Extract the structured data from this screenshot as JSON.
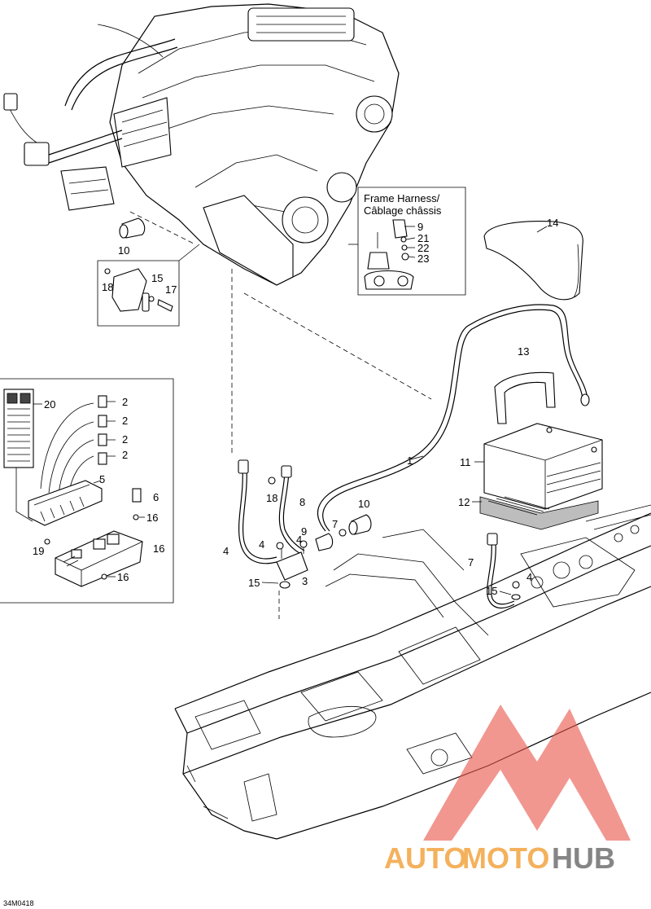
{
  "diagram_id": "34M0418",
  "inset_frame_harness": {
    "title_line1": "Frame Harness/",
    "title_line2": "Câblage châssis"
  },
  "callouts": [
    {
      "id": "c-10a",
      "text": "10"
    },
    {
      "id": "c-18a",
      "text": "18"
    },
    {
      "id": "c-15a",
      "text": "15"
    },
    {
      "id": "c-17",
      "text": "17"
    },
    {
      "id": "c-9a",
      "text": "9"
    },
    {
      "id": "c-21",
      "text": "21"
    },
    {
      "id": "c-22",
      "text": "22"
    },
    {
      "id": "c-23",
      "text": "23"
    },
    {
      "id": "c-14",
      "text": "14"
    },
    {
      "id": "c-13",
      "text": "13"
    },
    {
      "id": "c-20",
      "text": "20"
    },
    {
      "id": "c-2a",
      "text": "2"
    },
    {
      "id": "c-2b",
      "text": "2"
    },
    {
      "id": "c-2c",
      "text": "2"
    },
    {
      "id": "c-2d",
      "text": "2"
    },
    {
      "id": "c-5",
      "text": "5"
    },
    {
      "id": "c-6",
      "text": "6"
    },
    {
      "id": "c-16a",
      "text": "16"
    },
    {
      "id": "c-16b",
      "text": "16"
    },
    {
      "id": "c-19",
      "text": "19"
    },
    {
      "id": "c-16c",
      "text": "16"
    },
    {
      "id": "c-1",
      "text": "1"
    },
    {
      "id": "c-11",
      "text": "11"
    },
    {
      "id": "c-12",
      "text": "12"
    },
    {
      "id": "c-18b",
      "text": "18"
    },
    {
      "id": "c-8",
      "text": "8"
    },
    {
      "id": "c-10b",
      "text": "10"
    },
    {
      "id": "c-9b",
      "text": "9"
    },
    {
      "id": "c-4a",
      "text": "4"
    },
    {
      "id": "c-7a",
      "text": "7"
    },
    {
      "id": "c-4b",
      "text": "4"
    },
    {
      "id": "c-4c",
      "text": "4"
    },
    {
      "id": "c-3",
      "text": "3"
    },
    {
      "id": "c-15b",
      "text": "15"
    },
    {
      "id": "c-7b",
      "text": "7"
    },
    {
      "id": "c-15c",
      "text": "15"
    },
    {
      "id": "c-4d",
      "text": "4"
    }
  ],
  "watermark": {
    "part1": "AUTO",
    "part2": "MOTO",
    "part3": "HUB",
    "color_red": "#e8554b",
    "color_orange": "#f2a13a",
    "color_gray": "#6b6b6b"
  },
  "colors": {
    "line": "#000000",
    "background": "#ffffff"
  }
}
